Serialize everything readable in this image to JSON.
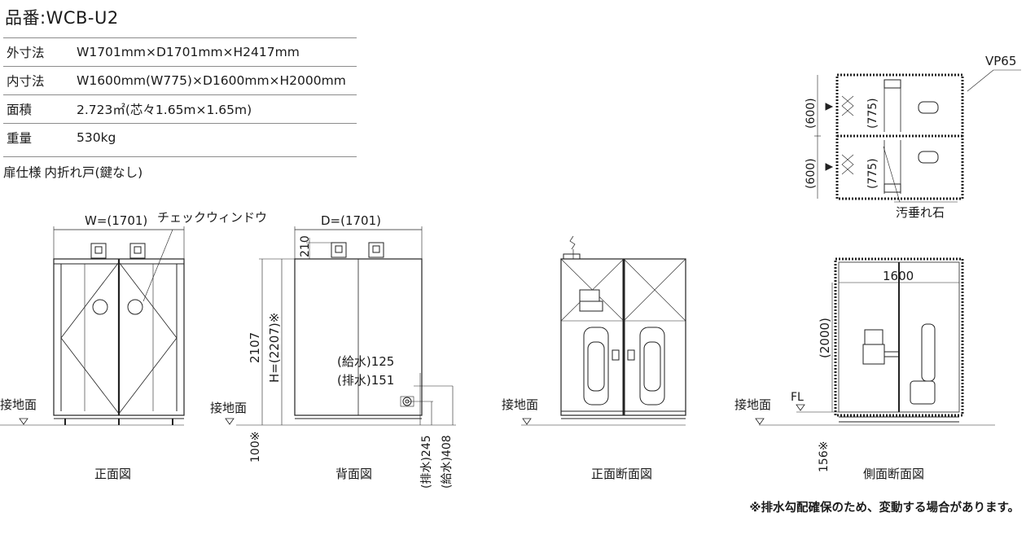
{
  "title": "品番:WCB-U2",
  "specs": [
    {
      "label": "外寸法",
      "value": "W1701mm×D1701mm×H2417mm"
    },
    {
      "label": "内寸法",
      "value": "W1600mm(W775)×D1600mm×H2000mm"
    },
    {
      "label": "面積",
      "value": "2.723㎡(芯々1.65m×1.65m)"
    },
    {
      "label": "重量",
      "value": "530kg"
    }
  ],
  "door_spec": {
    "label": "扉仕様",
    "value": "内折れ戸(鍵なし)"
  },
  "front_view": {
    "width_dim": "W=(1701)",
    "window_label": "チェックウィンドウ",
    "ground_label": "接地面",
    "caption": "正面図"
  },
  "back_view": {
    "depth_dim": "D=(1701)",
    "top_dim": "210",
    "height_dim": "2107",
    "height_dim2": "H=(2207)※",
    "water_supply": "(給水)125",
    "drain": "(排水)151",
    "ground_label": "接地面",
    "bottom_dim": "100※",
    "drain_height": "(排水)245",
    "supply_height": "(給水)408",
    "caption": "背面図"
  },
  "front_section": {
    "ground_label": "接地面",
    "caption": "正面断面図"
  },
  "side_section": {
    "inner_width": "1600",
    "inner_height": "(2000)",
    "fl_label": "FL",
    "ground_label": "接地面",
    "bottom_dim": "156※",
    "caption": "側面断面図"
  },
  "plan_view": {
    "vent_label": "VP65",
    "dim_600_top": "(600)",
    "dim_775_top": "(775)",
    "dim_600_bottom": "(600)",
    "dim_775_bottom": "(775)",
    "stone_label": "汚垂れ石"
  },
  "footnote": "※排水勾配確保のため、変動する場合があります。"
}
